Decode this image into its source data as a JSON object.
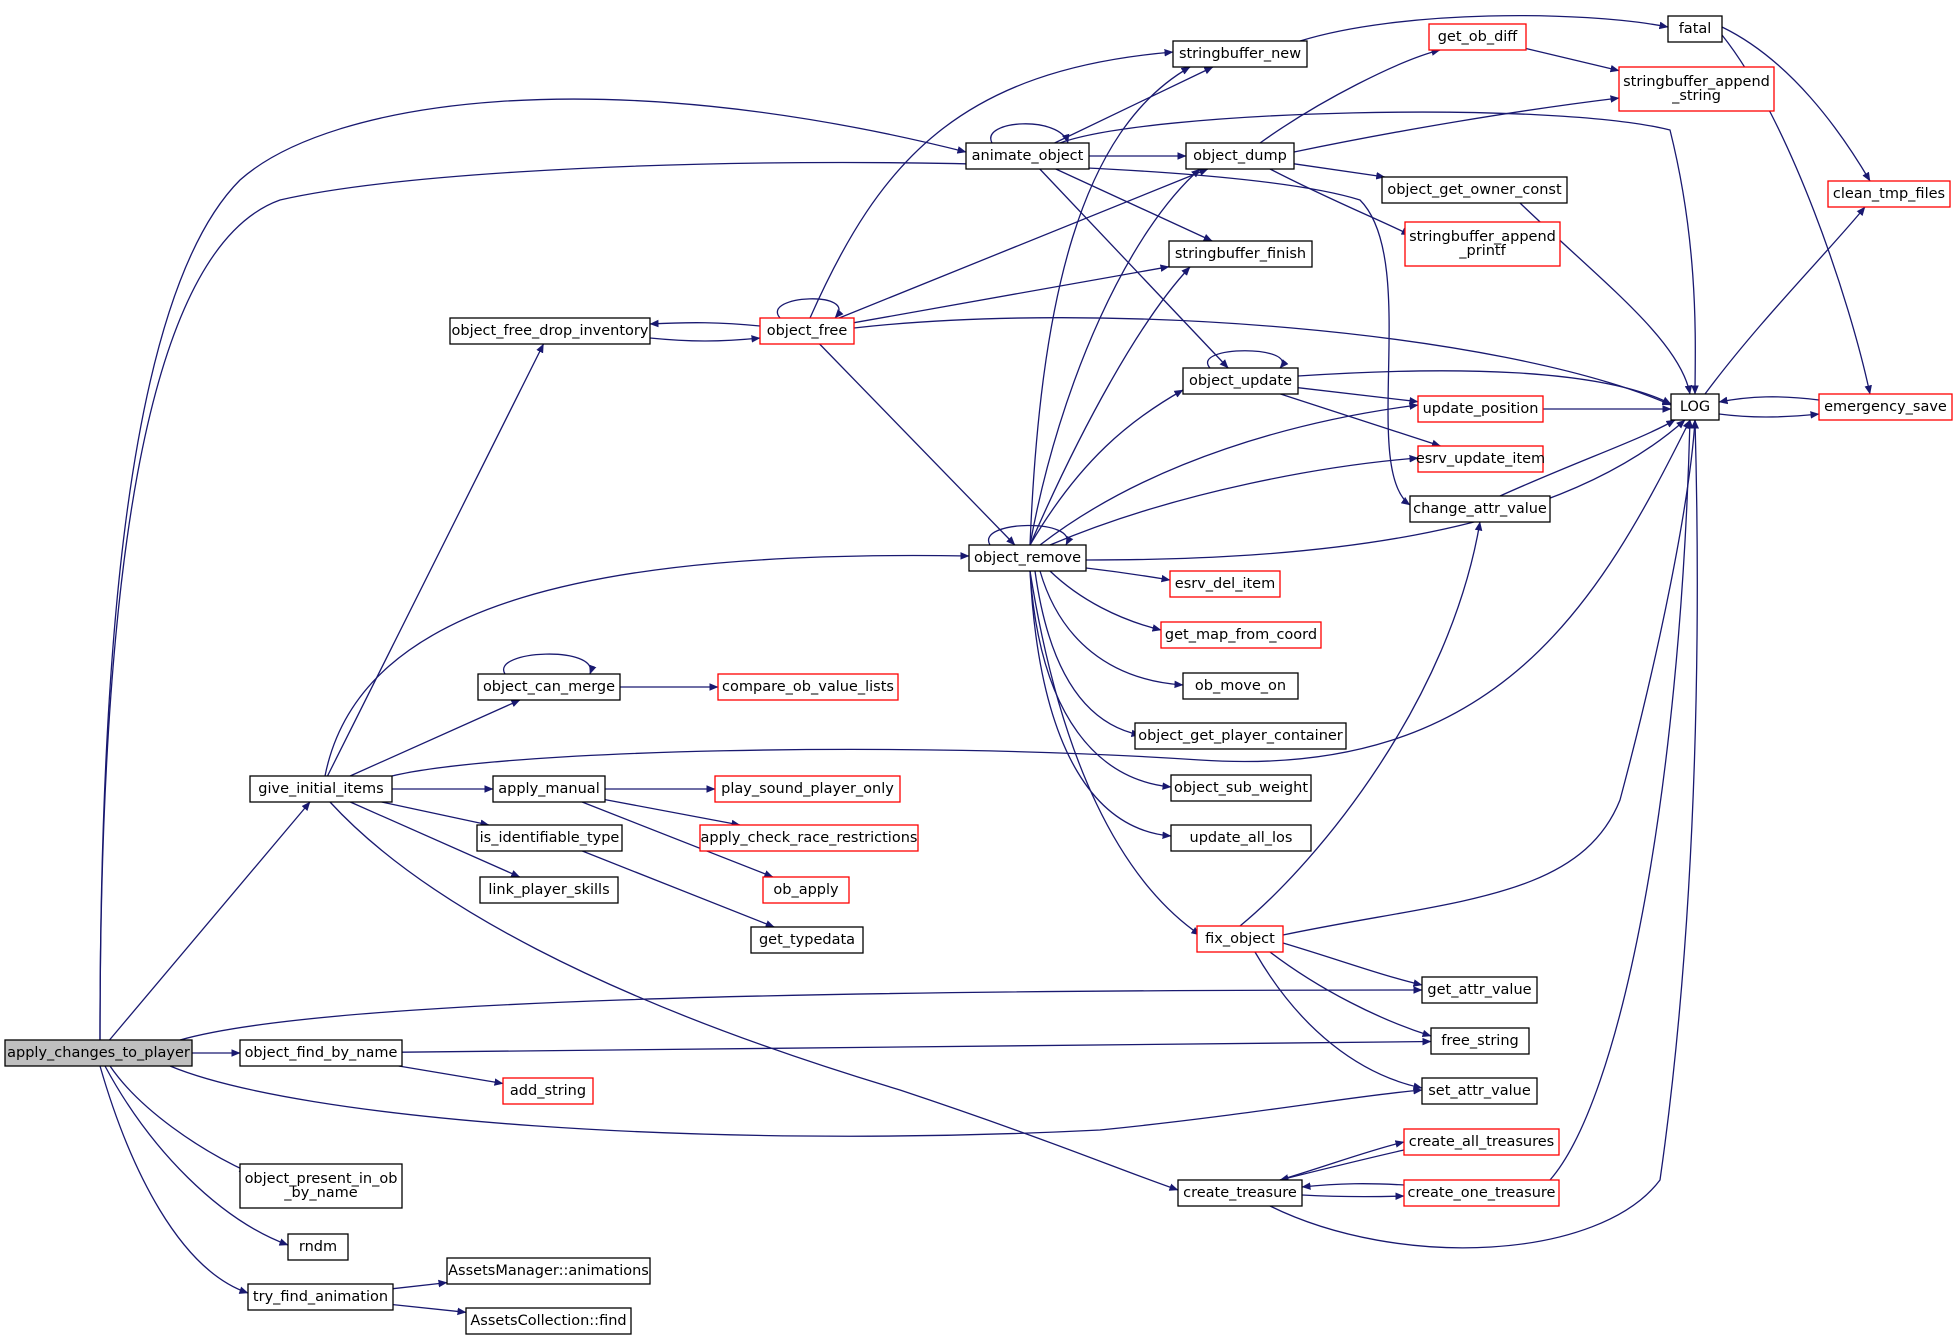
{
  "graph": {
    "colors": {
      "edge": "#191970",
      "node_border": "#000000",
      "incomplete_border": "#ff0000",
      "root_fill": "#bfbfbf",
      "node_fill": "#ffffff"
    },
    "nodes": [
      {
        "id": "apply_changes_to_player",
        "lines": [
          "apply_changes_to_player"
        ],
        "style": "root"
      },
      {
        "id": "give_initial_items",
        "lines": [
          "give_initial_items"
        ],
        "style": "normal"
      },
      {
        "id": "object_find_by_name",
        "lines": [
          "object_find_by_name"
        ],
        "style": "normal"
      },
      {
        "id": "object_present_in_ob_by_name",
        "lines": [
          "object_present_in_ob",
          "_by_name"
        ],
        "style": "normal"
      },
      {
        "id": "rndm",
        "lines": [
          "rndm"
        ],
        "style": "normal"
      },
      {
        "id": "try_find_animation",
        "lines": [
          "try_find_animation"
        ],
        "style": "normal"
      },
      {
        "id": "animate_object",
        "lines": [
          "animate_object"
        ],
        "style": "normal"
      },
      {
        "id": "object_free_drop_inventory",
        "lines": [
          "object_free_drop_inventory"
        ],
        "style": "normal"
      },
      {
        "id": "object_free",
        "lines": [
          "object_free"
        ],
        "style": "red"
      },
      {
        "id": "object_can_merge",
        "lines": [
          "object_can_merge"
        ],
        "style": "normal"
      },
      {
        "id": "compare_ob_value_lists",
        "lines": [
          "compare_ob_value_lists"
        ],
        "style": "red"
      },
      {
        "id": "apply_manual",
        "lines": [
          "apply_manual"
        ],
        "style": "normal"
      },
      {
        "id": "play_sound_player_only",
        "lines": [
          "play_sound_player_only"
        ],
        "style": "red"
      },
      {
        "id": "apply_check_race_restrictions",
        "lines": [
          "apply_check_race_restrictions"
        ],
        "style": "red"
      },
      {
        "id": "ob_apply",
        "lines": [
          "ob_apply"
        ],
        "style": "red"
      },
      {
        "id": "is_identifiable_type",
        "lines": [
          "is_identifiable_type"
        ],
        "style": "normal"
      },
      {
        "id": "get_typedata",
        "lines": [
          "get_typedata"
        ],
        "style": "normal"
      },
      {
        "id": "link_player_skills",
        "lines": [
          "link_player_skills"
        ],
        "style": "normal"
      },
      {
        "id": "add_string",
        "lines": [
          "add_string"
        ],
        "style": "red"
      },
      {
        "id": "AssetsManager_animations",
        "lines": [
          "AssetsManager::animations"
        ],
        "style": "normal"
      },
      {
        "id": "AssetsCollection_find",
        "lines": [
          "AssetsCollection::find"
        ],
        "style": "normal"
      },
      {
        "id": "stringbuffer_new",
        "lines": [
          "stringbuffer_new"
        ],
        "style": "normal"
      },
      {
        "id": "object_dump",
        "lines": [
          "object_dump"
        ],
        "style": "normal"
      },
      {
        "id": "stringbuffer_finish",
        "lines": [
          "stringbuffer_finish"
        ],
        "style": "normal"
      },
      {
        "id": "object_update",
        "lines": [
          "object_update"
        ],
        "style": "normal"
      },
      {
        "id": "object_remove",
        "lines": [
          "object_remove"
        ],
        "style": "normal"
      },
      {
        "id": "esrv_del_item",
        "lines": [
          "esrv_del_item"
        ],
        "style": "red"
      },
      {
        "id": "get_map_from_coord",
        "lines": [
          "get_map_from_coord"
        ],
        "style": "red"
      },
      {
        "id": "ob_move_on",
        "lines": [
          "ob_move_on"
        ],
        "style": "normal"
      },
      {
        "id": "object_get_player_container",
        "lines": [
          "object_get_player_container"
        ],
        "style": "normal"
      },
      {
        "id": "object_sub_weight",
        "lines": [
          "object_sub_weight"
        ],
        "style": "normal"
      },
      {
        "id": "update_all_los",
        "lines": [
          "update_all_los"
        ],
        "style": "normal"
      },
      {
        "id": "fix_object",
        "lines": [
          "fix_object"
        ],
        "style": "red"
      },
      {
        "id": "get_attr_value",
        "lines": [
          "get_attr_value"
        ],
        "style": "normal"
      },
      {
        "id": "free_string",
        "lines": [
          "free_string"
        ],
        "style": "normal"
      },
      {
        "id": "set_attr_value",
        "lines": [
          "set_attr_value"
        ],
        "style": "normal"
      },
      {
        "id": "create_treasure",
        "lines": [
          "create_treasure"
        ],
        "style": "normal"
      },
      {
        "id": "create_all_treasures",
        "lines": [
          "create_all_treasures"
        ],
        "style": "red"
      },
      {
        "id": "create_one_treasure",
        "lines": [
          "create_one_treasure"
        ],
        "style": "red"
      },
      {
        "id": "get_ob_diff",
        "lines": [
          "get_ob_diff"
        ],
        "style": "red"
      },
      {
        "id": "stringbuffer_append_string",
        "lines": [
          "stringbuffer_append",
          "_string"
        ],
        "style": "red"
      },
      {
        "id": "object_get_owner_const",
        "lines": [
          "object_get_owner_const"
        ],
        "style": "normal"
      },
      {
        "id": "stringbuffer_append_printf",
        "lines": [
          "stringbuffer_append",
          "_printf"
        ],
        "style": "red"
      },
      {
        "id": "update_position",
        "lines": [
          "update_position"
        ],
        "style": "red"
      },
      {
        "id": "esrv_update_item",
        "lines": [
          "esrv_update_item"
        ],
        "style": "red"
      },
      {
        "id": "change_attr_value",
        "lines": [
          "change_attr_value"
        ],
        "style": "normal"
      },
      {
        "id": "fatal",
        "lines": [
          "fatal"
        ],
        "style": "normal"
      },
      {
        "id": "LOG",
        "lines": [
          "LOG"
        ],
        "style": "normal"
      },
      {
        "id": "clean_tmp_files",
        "lines": [
          "clean_tmp_files"
        ],
        "style": "red"
      },
      {
        "id": "emergency_save",
        "lines": [
          "emergency_save"
        ],
        "style": "red"
      }
    ],
    "edges": [
      [
        "apply_changes_to_player",
        "give_initial_items"
      ],
      [
        "apply_changes_to_player",
        "object_find_by_name"
      ],
      [
        "apply_changes_to_player",
        "object_present_in_ob_by_name"
      ],
      [
        "apply_changes_to_player",
        "rndm"
      ],
      [
        "apply_changes_to_player",
        "try_find_animation"
      ],
      [
        "apply_changes_to_player",
        "animate_object"
      ],
      [
        "apply_changes_to_player",
        "change_attr_value"
      ],
      [
        "apply_changes_to_player",
        "get_attr_value"
      ],
      [
        "apply_changes_to_player",
        "set_attr_value"
      ],
      [
        "give_initial_items",
        "object_free_drop_inventory"
      ],
      [
        "give_initial_items",
        "object_remove"
      ],
      [
        "give_initial_items",
        "object_can_merge"
      ],
      [
        "give_initial_items",
        "apply_manual"
      ],
      [
        "give_initial_items",
        "is_identifiable_type"
      ],
      [
        "give_initial_items",
        "link_player_skills"
      ],
      [
        "give_initial_items",
        "create_treasure"
      ],
      [
        "give_initial_items",
        "LOG"
      ],
      [
        "object_find_by_name",
        "add_string"
      ],
      [
        "object_find_by_name",
        "free_string"
      ],
      [
        "try_find_animation",
        "AssetsManager_animations"
      ],
      [
        "try_find_animation",
        "AssetsCollection_find"
      ],
      [
        "animate_object",
        "animate_object"
      ],
      [
        "animate_object",
        "stringbuffer_new"
      ],
      [
        "animate_object",
        "object_dump"
      ],
      [
        "animate_object",
        "stringbuffer_finish"
      ],
      [
        "animate_object",
        "object_update"
      ],
      [
        "animate_object",
        "LOG"
      ],
      [
        "object_free_drop_inventory",
        "object_free"
      ],
      [
        "object_free",
        "object_free"
      ],
      [
        "object_free",
        "object_free_drop_inventory"
      ],
      [
        "object_free",
        "stringbuffer_new"
      ],
      [
        "object_free",
        "object_dump"
      ],
      [
        "object_free",
        "stringbuffer_finish"
      ],
      [
        "object_free",
        "object_remove"
      ],
      [
        "object_free",
        "LOG"
      ],
      [
        "object_can_merge",
        "object_can_merge"
      ],
      [
        "object_can_merge",
        "compare_ob_value_lists"
      ],
      [
        "apply_manual",
        "play_sound_player_only"
      ],
      [
        "apply_manual",
        "apply_check_race_restrictions"
      ],
      [
        "apply_manual",
        "ob_apply"
      ],
      [
        "is_identifiable_type",
        "get_typedata"
      ],
      [
        "object_remove",
        "object_remove"
      ],
      [
        "object_remove",
        "stringbuffer_new"
      ],
      [
        "object_remove",
        "object_dump"
      ],
      [
        "object_remove",
        "stringbuffer_finish"
      ],
      [
        "object_remove",
        "object_update"
      ],
      [
        "object_remove",
        "update_position"
      ],
      [
        "object_remove",
        "esrv_update_item"
      ],
      [
        "object_remove",
        "LOG"
      ],
      [
        "object_remove",
        "esrv_del_item"
      ],
      [
        "object_remove",
        "get_map_from_coord"
      ],
      [
        "object_remove",
        "ob_move_on"
      ],
      [
        "object_remove",
        "object_get_player_container"
      ],
      [
        "object_remove",
        "object_sub_weight"
      ],
      [
        "object_remove",
        "update_all_los"
      ],
      [
        "object_remove",
        "fix_object"
      ],
      [
        "object_dump",
        "get_ob_diff"
      ],
      [
        "object_dump",
        "stringbuffer_append_string"
      ],
      [
        "object_dump",
        "object_get_owner_const"
      ],
      [
        "object_dump",
        "stringbuffer_append_printf"
      ],
      [
        "object_update",
        "object_update"
      ],
      [
        "object_update",
        "update_position"
      ],
      [
        "object_update",
        "esrv_update_item"
      ],
      [
        "object_update",
        "LOG"
      ],
      [
        "fix_object",
        "change_attr_value"
      ],
      [
        "fix_object",
        "get_attr_value"
      ],
      [
        "fix_object",
        "free_string"
      ],
      [
        "fix_object",
        "set_attr_value"
      ],
      [
        "fix_object",
        "LOG"
      ],
      [
        "create_treasure",
        "create_all_treasures"
      ],
      [
        "create_treasure",
        "create_one_treasure"
      ],
      [
        "create_treasure",
        "LOG"
      ],
      [
        "create_all_treasures",
        "create_treasure"
      ],
      [
        "create_one_treasure",
        "create_treasure"
      ],
      [
        "create_one_treasure",
        "LOG"
      ],
      [
        "stringbuffer_new",
        "fatal"
      ],
      [
        "get_ob_diff",
        "stringbuffer_append_string"
      ],
      [
        "object_get_owner_const",
        "LOG"
      ],
      [
        "update_position",
        "LOG"
      ],
      [
        "change_attr_value",
        "LOG"
      ],
      [
        "fatal",
        "clean_tmp_files"
      ],
      [
        "fatal",
        "emergency_save"
      ],
      [
        "LOG",
        "clean_tmp_files"
      ],
      [
        "LOG",
        "emergency_save"
      ],
      [
        "emergency_save",
        "LOG"
      ]
    ]
  }
}
